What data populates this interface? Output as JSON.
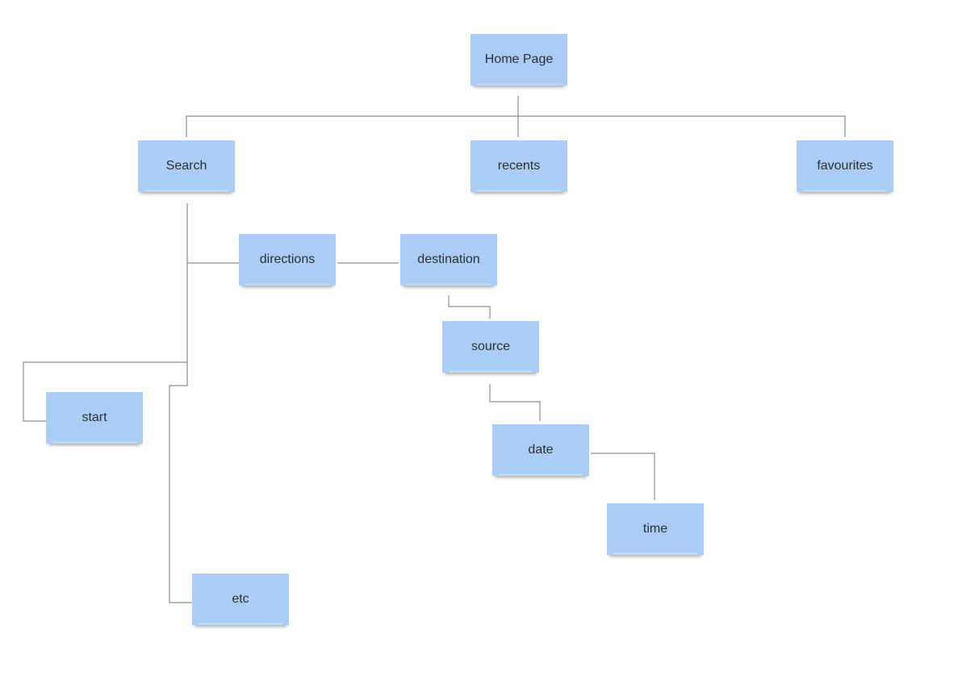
{
  "diagram": {
    "nodes": {
      "home": "Home Page",
      "search": "Search",
      "recents": "recents",
      "favourites": "favourites",
      "directions": "directions",
      "destination": "destination",
      "source": "source",
      "start": "start",
      "date": "date",
      "time": "time",
      "etc": "etc"
    },
    "edges": [
      [
        "Home Page",
        "Search"
      ],
      [
        "Home Page",
        "recents"
      ],
      [
        "Home Page",
        "favourites"
      ],
      [
        "Search",
        "directions"
      ],
      [
        "directions",
        "destination"
      ],
      [
        "destination",
        "source"
      ],
      [
        "source",
        "date"
      ],
      [
        "date",
        "time"
      ],
      [
        "Search",
        "start"
      ],
      [
        "Search",
        "etc"
      ]
    ]
  },
  "colors": {
    "note_fill": "#a9cdf4",
    "connector": "#8d8d8d",
    "background": "#ffffff"
  }
}
